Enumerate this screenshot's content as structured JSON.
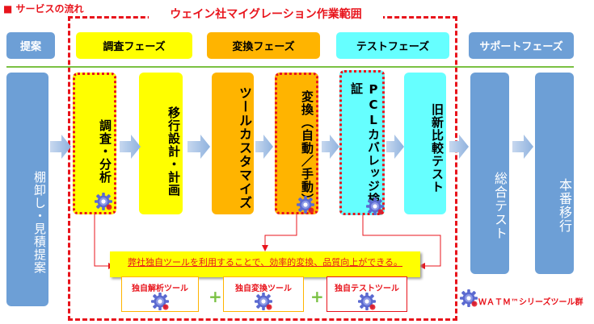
{
  "title": "■ サービスの流れ",
  "scope_label": "ウェイン社マイグレーション作業範囲",
  "headers": {
    "proposal": "提案",
    "survey": "調査フェーズ",
    "conversion": "変換フェーズ",
    "test": "テストフェーズ",
    "support": "サポートフェーズ"
  },
  "columns": {
    "inventory": "棚卸し・見積提案",
    "analysis": "調査・分析",
    "design": "移行設計・計画",
    "customize": "ツールカスタマイズ",
    "convert": "変換（自動／手動）",
    "pcl": "PCLカバレッジ検証",
    "compare": "旧新比較テスト",
    "integration": "総合テスト",
    "production": "本番移行"
  },
  "benefit_text": "弊社独自ツールを利用することで、効率的変換、品質向上ができる。",
  "tools": {
    "analysis": "独自解析ツール",
    "conversion": "独自変換ツール",
    "test": "独自テストツール"
  },
  "legend": "ＷＡＴＭ™シリーズツール群",
  "colors": {
    "blue": "#6d9fd6",
    "yellow": "#ffff00",
    "orange": "#ffb400",
    "cyan": "#66ffff",
    "red": "#e8141c",
    "green": "#7ac143"
  }
}
